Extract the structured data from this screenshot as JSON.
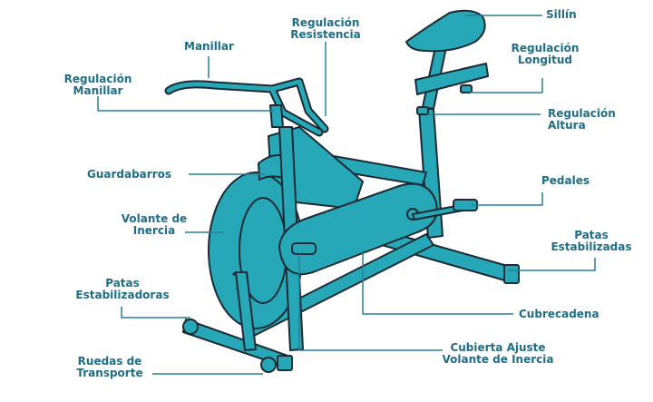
{
  "colors": {
    "frame": "#27a8b8",
    "outline": "#1b2a33",
    "label": "#1f6e86",
    "leader": "#2a7f96"
  },
  "labels": {
    "sillin": [
      "Sillín"
    ],
    "regulacion_resistencia": [
      "Regulación",
      "Resistencia"
    ],
    "manillar": [
      "Manillar"
    ],
    "regulacion_longitud": [
      "Regulación",
      "Longitud"
    ],
    "regulacion_manillar": [
      "Regulación",
      "Manillar"
    ],
    "regulacion_altura": [
      "Regulación",
      "Altura"
    ],
    "guardabarros": [
      "Guardabarros"
    ],
    "pedales": [
      "Pedales"
    ],
    "volante_inercia": [
      "Volante de",
      "Inercia"
    ],
    "patas_estabilizadas": [
      "Patas",
      "Estabilizadas"
    ],
    "patas_estabilizadoras": [
      "Patas",
      "Estabilizadoras"
    ],
    "cubrecadena": [
      "Cubrecadena"
    ],
    "cubierta_ajuste": [
      "Cubierta Ajuste",
      "Volante de Inercia"
    ],
    "ruedas_transporte": [
      "Ruedas de",
      "Transporte"
    ]
  }
}
